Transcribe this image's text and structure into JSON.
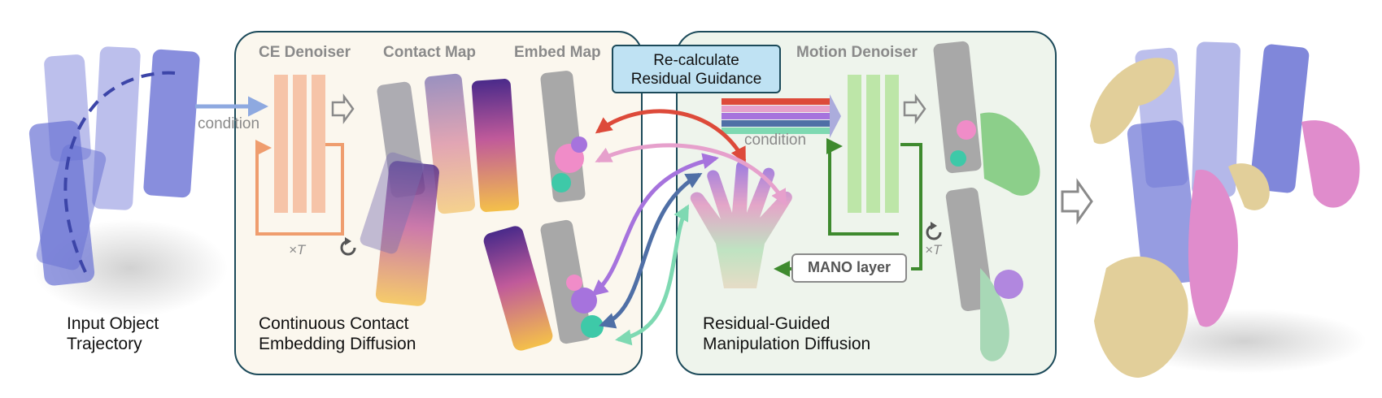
{
  "input": {
    "caption_line1": "Input Object",
    "caption_line2": "Trajectory",
    "condition_label": "condition"
  },
  "left_panel": {
    "header_denoiser": "CE Denoiser",
    "header_contact": "Contact Map",
    "header_embed": "Embed Map",
    "loop_label": "×T",
    "caption_line1": "Continuous Contact",
    "caption_line2": "Embedding Diffusion"
  },
  "center": {
    "recalc_line1": "Re-calculate",
    "recalc_line2": "Residual Guidance"
  },
  "right_panel": {
    "header_denoiser": "Motion Denoiser",
    "condition_label": "condition",
    "mano_label": "MANO layer",
    "loop_label": "×T",
    "caption_line1": "Residual-Guided",
    "caption_line2": "Manipulation Diffusion"
  },
  "colors": {
    "panel_border": "#1c4a5a",
    "ce_denoiser": "#f6c4a8",
    "motion_denoiser": "#bde6a8",
    "object_blue": "#6a72d4",
    "hand_skin": "#e2cf9a",
    "hand_pink": "#e08ccc",
    "arrow_red": "#dd4a3a",
    "arrow_pink": "#e6a0cc",
    "arrow_purple": "#a673dd",
    "arrow_steel": "#4f6fa6",
    "arrow_mint": "#7ed9b2"
  }
}
